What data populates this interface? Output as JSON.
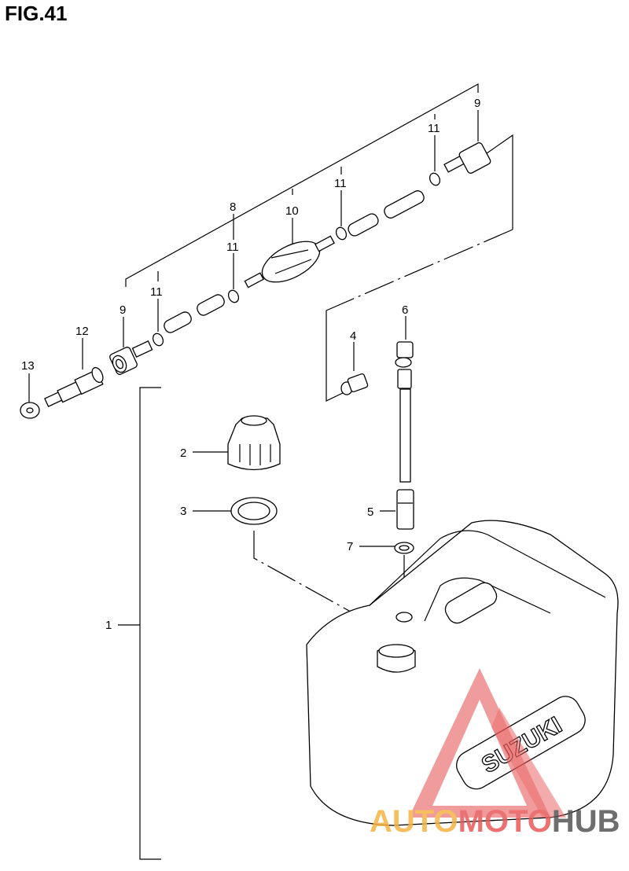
{
  "figure": {
    "title": "FIG.41"
  },
  "callouts": {
    "p1": "1",
    "p2": "2",
    "p3": "3",
    "p4": "4",
    "p5": "5",
    "p6": "6",
    "p7": "7",
    "p8": "8",
    "p9a": "9",
    "p9b": "9",
    "p10": "10",
    "p11a": "11",
    "p11b": "11",
    "p11c": "11",
    "p11d": "11",
    "p12": "12",
    "p13": "13"
  },
  "tank": {
    "brand": "SUZUKI"
  },
  "watermark": {
    "part1": "AUTO",
    "part2": "MOTO",
    "part3": "HUB",
    "colors": {
      "auto": "#f5b342",
      "moto": "#e85a5a",
      "hub": "#555555",
      "triangle": "#e85a5a"
    }
  }
}
